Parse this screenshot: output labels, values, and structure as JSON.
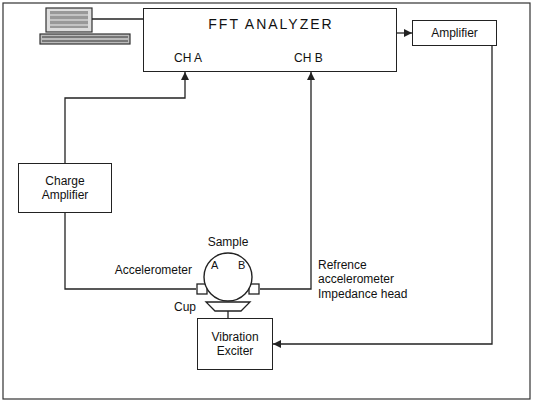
{
  "diagram": {
    "nodes": [
      {
        "text": [
          "FFT ANALYZER",
          "CH A",
          "CH B"
        ]
      },
      {
        "text": [
          "Amplifier"
        ]
      },
      {
        "text": [
          "Charge Amplifier"
        ]
      },
      {
        "text": [
          "Sample"
        ]
      },
      {
        "text": [
          "Vibration Exciter"
        ]
      }
    ],
    "edges": [
      {
        "from": 0,
        "to": 1,
        "arrow": "to"
      },
      {
        "from": 1,
        "to": 4,
        "arrow": "to"
      },
      {
        "from": 2,
        "to": 0,
        "arrow": "to"
      },
      {
        "from": 3,
        "to": 2,
        "arrow": "none"
      },
      {
        "from": 3,
        "to": 0,
        "arrow": "to"
      }
    ],
    "labels": [
      "Accelerometer",
      "A",
      "B",
      "Refrence accelerometer Impedance head",
      "Cup"
    ]
  }
}
